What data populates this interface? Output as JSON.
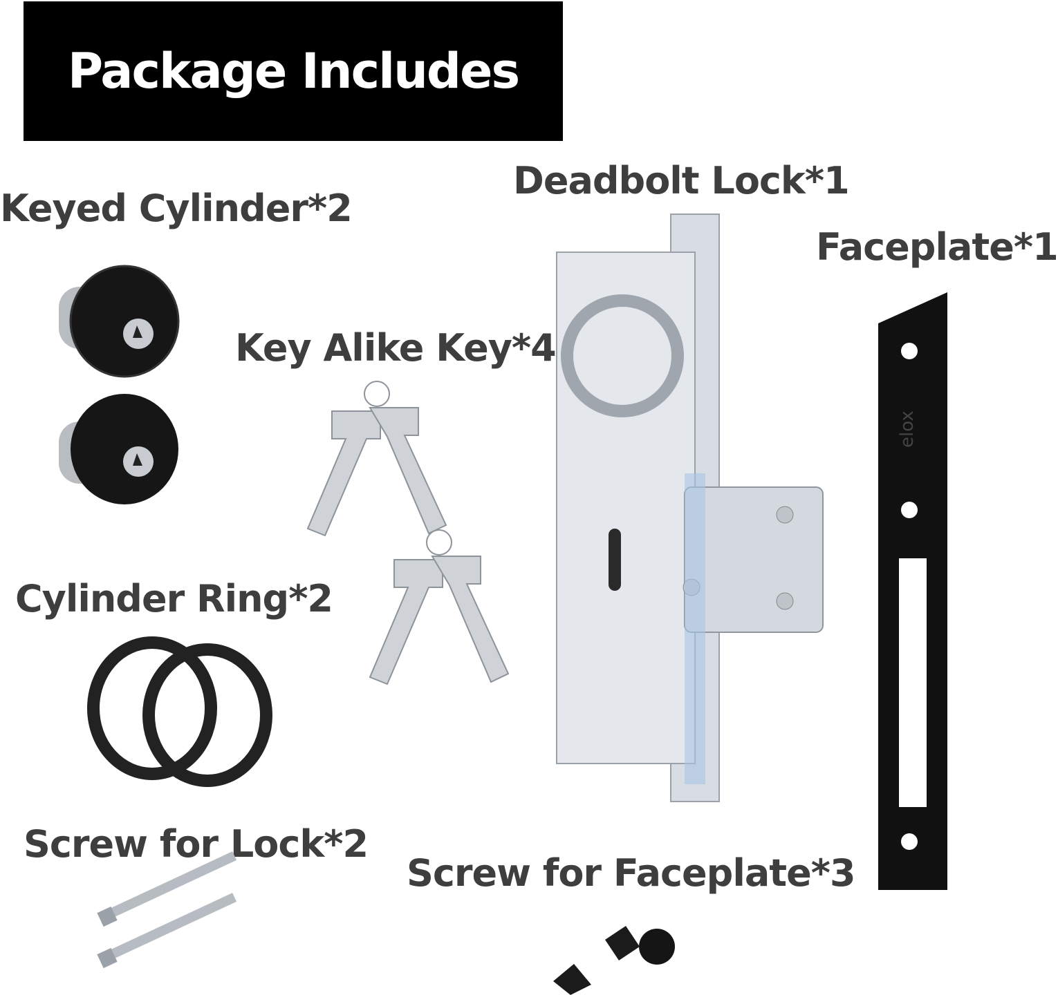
{
  "banner": {
    "title": "Package Includes"
  },
  "items": {
    "keyed_cylinder": "Keyed Cylinder*2",
    "key_alike_key": "Key Alike Key*4",
    "deadbolt_lock": "Deadbolt Lock*1",
    "faceplate": "Faceplate*1",
    "cylinder_ring": "Cylinder Ring*2",
    "screw_lock": "Screw for Lock*2",
    "screw_faceplate": "Screw for Faceplate*3"
  },
  "brand": "elox",
  "colors": {
    "black": "#000000",
    "text": "#3e3e3e",
    "metal": "#dfe4ea"
  }
}
